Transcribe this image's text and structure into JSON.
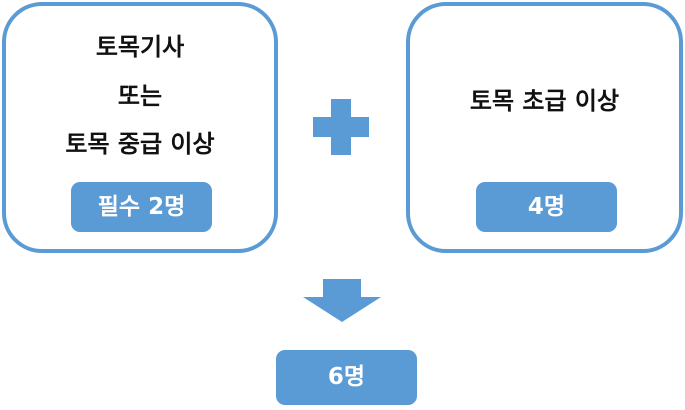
{
  "left_box": {
    "lines": [
      "토목기사",
      "또는",
      "토목 중급 이상"
    ],
    "badge": "필수 2명"
  },
  "right_box": {
    "lines": [
      "토목 초급 이상"
    ],
    "badge": "4명"
  },
  "operator_icon": "plus-icon",
  "flow_icon": "down-arrow-icon",
  "result": {
    "badge": "6명"
  },
  "colors": {
    "accent": "#5b9bd5",
    "border": "#5b9bd5",
    "text": "#111111",
    "badge_text": "#ffffff"
  }
}
